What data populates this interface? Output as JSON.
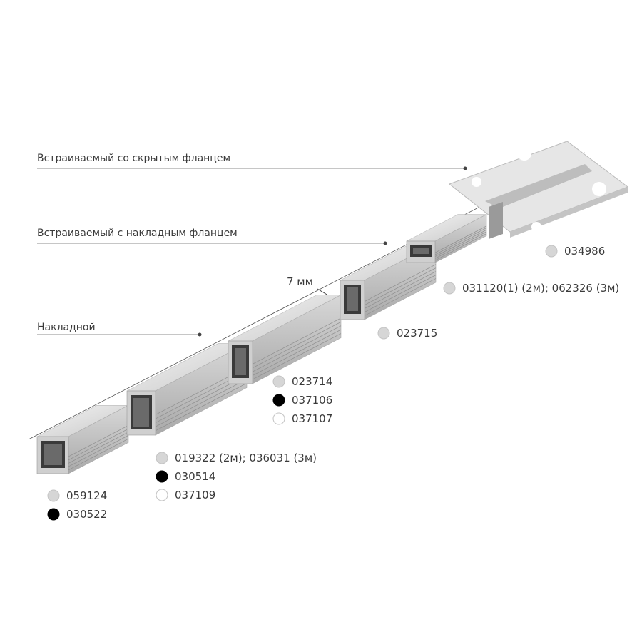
{
  "categories": [
    {
      "label": "Встраиваемый со скрытым фланцем"
    },
    {
      "label": "Встраиваемый с накладным фланцем"
    },
    {
      "label": "Накладной"
    }
  ],
  "dimension": "7 мм",
  "colors": {
    "silver": "#d6d6d6",
    "black": "#000000",
    "white": "#ffffff"
  },
  "products": [
    {
      "codes": [
        {
          "color": "silver",
          "text": "034986"
        }
      ]
    },
    {
      "codes": [
        {
          "color": "silver",
          "text": "031120(1) (2м); 062326 (3м)"
        }
      ]
    },
    {
      "codes": [
        {
          "color": "silver",
          "text": "023715"
        }
      ]
    },
    {
      "codes": [
        {
          "color": "silver",
          "text": "023714"
        },
        {
          "color": "black",
          "text": "037106"
        },
        {
          "color": "white",
          "text": "037107"
        }
      ]
    },
    {
      "codes": [
        {
          "color": "silver",
          "text": "019322 (2м); 036031 (3м)"
        },
        {
          "color": "black",
          "text": "030514"
        },
        {
          "color": "white",
          "text": "037109"
        }
      ]
    },
    {
      "codes": [
        {
          "color": "silver",
          "text": "059124"
        },
        {
          "color": "black",
          "text": "030522"
        }
      ]
    }
  ]
}
